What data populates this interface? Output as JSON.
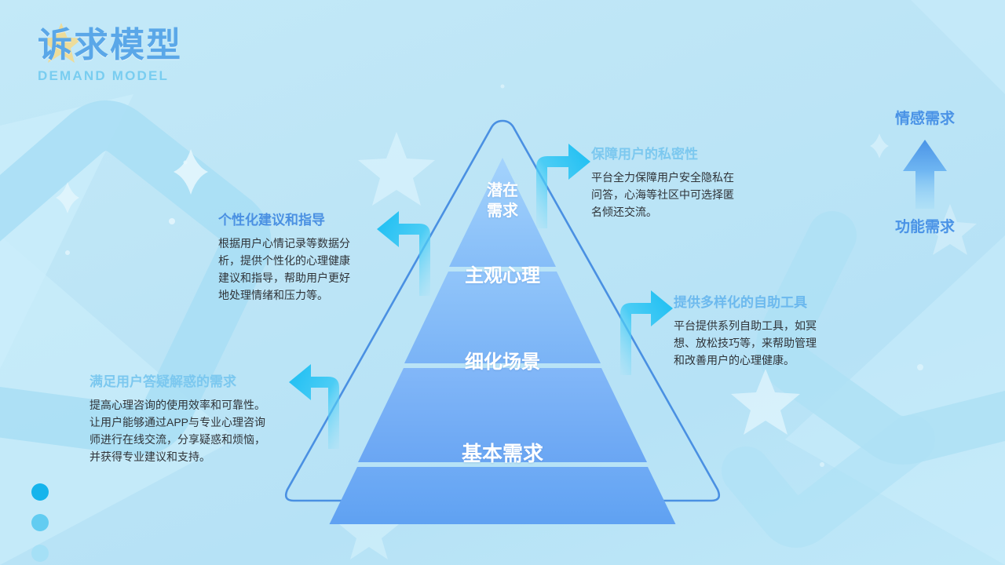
{
  "header": {
    "title_cn": "诉求模型",
    "title_en": "DEMAND MODEL",
    "star_icon": "star-icon"
  },
  "pyramid": {
    "layers": [
      {
        "id": "latent",
        "label": "潜在\n需求",
        "fill_top": "#9fd0fb",
        "fill_bottom": "#86bdf8"
      },
      {
        "id": "subjective",
        "label": "主观心理",
        "fill_top": "#8cc2fa",
        "fill_bottom": "#7ab3f6"
      },
      {
        "id": "scenario",
        "label": "细化场景",
        "fill_top": "#7db4f7",
        "fill_bottom": "#6aa6f3"
      },
      {
        "id": "basic",
        "label": "基本需求",
        "fill_top": "#6aa8f4",
        "fill_bottom": "#559bf0"
      }
    ],
    "outline_color": "#4a90e2"
  },
  "callouts": [
    {
      "id": "privacy",
      "title": "保障用户的私密性",
      "body": "平台全力保障用户安全隐私在\n问答，心海等社区中可选择匿\n名倾还交流。",
      "title_color": "#7cc8ef",
      "arrow": "arrow-right-elbow-icon"
    },
    {
      "id": "tools",
      "title": "提供多样化的自助工具",
      "body": "平台提供系列自助工具，如冥\n想、放松技巧等，来帮助管理\n和改善用户的心理健康。",
      "title_color": "#6cb9ee",
      "arrow": "arrow-right-elbow-icon"
    },
    {
      "id": "advice",
      "title": "个性化建议和指导",
      "body": "根据用户心情记录等数据分\n析，提供个性化的心理健康\n建议和指导，帮助用户更好\n地处理情绪和压力等。",
      "title_color": "#4a90e2",
      "arrow": "arrow-left-elbow-icon"
    },
    {
      "id": "qa",
      "title": "满足用户答疑解惑的需求",
      "body": "提高心理咨询的使用效率和可靠性。\n让用户能够通过APP与专业心理咨询\n师进行在线交流，分享疑惑和烦恼，\n并获得专业建议和支持。",
      "title_color": "#7cc8ef",
      "arrow": "arrow-left-elbow-icon"
    }
  ],
  "axis": {
    "top_label": "情感需求",
    "bottom_label": "功能需求",
    "arrow_icon": "arrow-up-icon",
    "color": "#4a93e6"
  },
  "dots": [
    {
      "id": "dot-1",
      "color": "#16b4ec"
    },
    {
      "id": "dot-2",
      "color": "#62ccf1"
    },
    {
      "id": "dot-3",
      "color": "#a5e0f6"
    }
  ],
  "colors": {
    "background": "#bde5f6",
    "accent": "#4a90e2",
    "accent_light": "#7cc8ef",
    "arrow_cyan": "#21c5f3",
    "body_text": "#2f3338"
  }
}
